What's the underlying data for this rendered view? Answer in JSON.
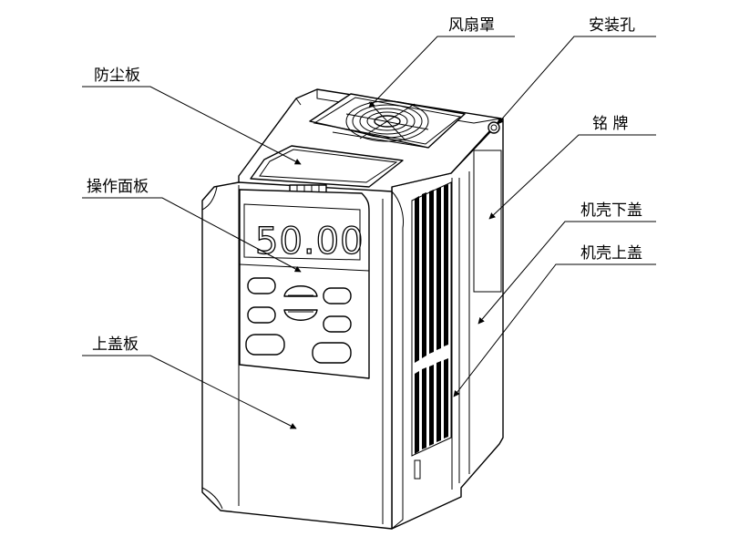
{
  "diagram": {
    "display_reading": "50.00",
    "labels": {
      "fan_cover": "风扇罩",
      "mounting_hole": "安装孔",
      "dust_cover": "防尘板",
      "nameplate": "铭 牌",
      "operation_panel": "操作面板",
      "lower_chassis_cover": "机壳下盖",
      "upper_chassis_cover": "机壳上盖",
      "top_cover_plate": "上盖板"
    }
  }
}
